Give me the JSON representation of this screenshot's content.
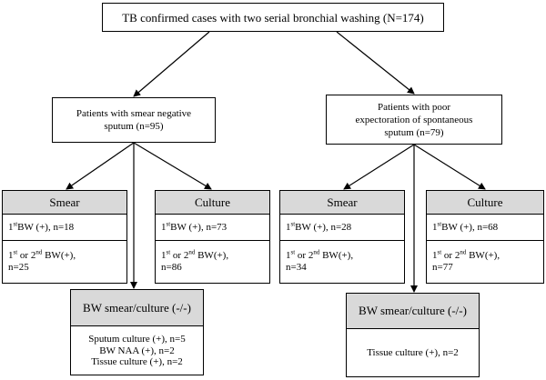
{
  "root": {
    "label": "TB confirmed cases with two serial bronchial washing  (N=174)"
  },
  "groups": {
    "left": {
      "line1": "Patients with smear negative",
      "line2": "sputum (n=95)"
    },
    "right": {
      "line1": "Patients with poor",
      "line2": "expectoration of spontaneous",
      "line3": "sputum (n=79)"
    }
  },
  "cards": {
    "left_smear": {
      "title": "Smear",
      "first_bw_suffix": "BW (+), n=18",
      "either_count": "n=25"
    },
    "left_culture": {
      "title": "Culture",
      "first_bw_suffix": "BW (+), n=73",
      "either_count": "n=86"
    },
    "right_smear": {
      "title": "Smear",
      "first_bw_suffix": "BW (+), n=28",
      "either_count": "n=34"
    },
    "right_culture": {
      "title": "Culture",
      "first_bw_suffix": "BW (+), n=68",
      "either_count": "n=77"
    }
  },
  "labels": {
    "first_num": "1",
    "st": "st",
    "nd": "nd",
    "or_second": " or 2",
    "bw_pos": " BW(+),"
  },
  "bw_left": {
    "title": "BW smear/culture (-/-)",
    "lines": [
      "Sputum culture (+), n=5",
      "BW NAA (+), n=2",
      "Tissue culture (+), n=2"
    ]
  },
  "bw_right": {
    "title": "BW smear/culture (-/-)",
    "lines": [
      "Tissue culture (+), n=2"
    ]
  }
}
